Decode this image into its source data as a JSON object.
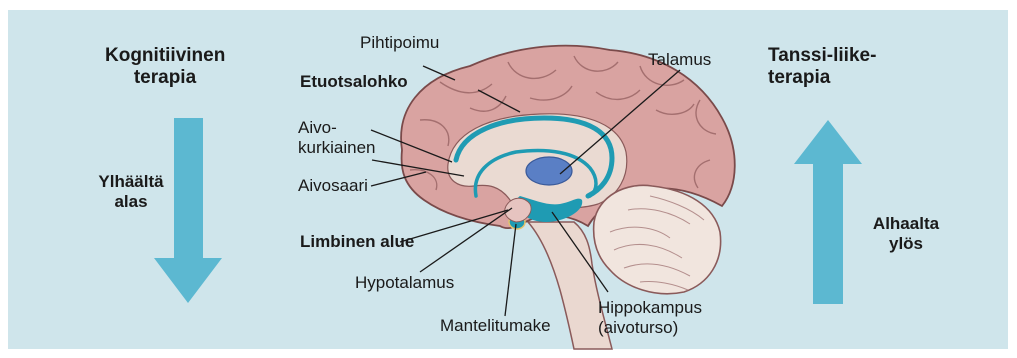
{
  "left": {
    "method_lines": [
      "Kognitiivinen",
      "terapia"
    ],
    "direction_lines": [
      "Ylhäältä",
      "alas"
    ]
  },
  "right": {
    "method_lines": [
      "Tanssi-liike-",
      "terapia"
    ],
    "direction_lines": [
      "Alhaalta",
      "ylös"
    ]
  },
  "labels": {
    "pihtipoimu": "Pihtipoimu",
    "etuotsalohko": "Etuotsalohko",
    "aivokurkiainen_lines": [
      "Aivo-",
      "kurkiainen"
    ],
    "aivosaari": "Aivosaari",
    "limbinen": "Limbinen alue",
    "hypotalamus": "Hypotalamus",
    "mantelitumake": "Mantelitumake",
    "talamus": "Talamus",
    "hippokampus_lines": [
      "Hippokampus",
      "(aivoturso)"
    ]
  },
  "colors": {
    "panel": "#cfe5eb",
    "arrow": "#5cb8d1",
    "brain": "#d9a3a1",
    "brain_outline": "#7a4a4a",
    "brainstem": "#ead8d0",
    "limbic": "#1f9bb3",
    "thalamus": "#5a7fc5",
    "cerebellum": "#f1e5de"
  }
}
